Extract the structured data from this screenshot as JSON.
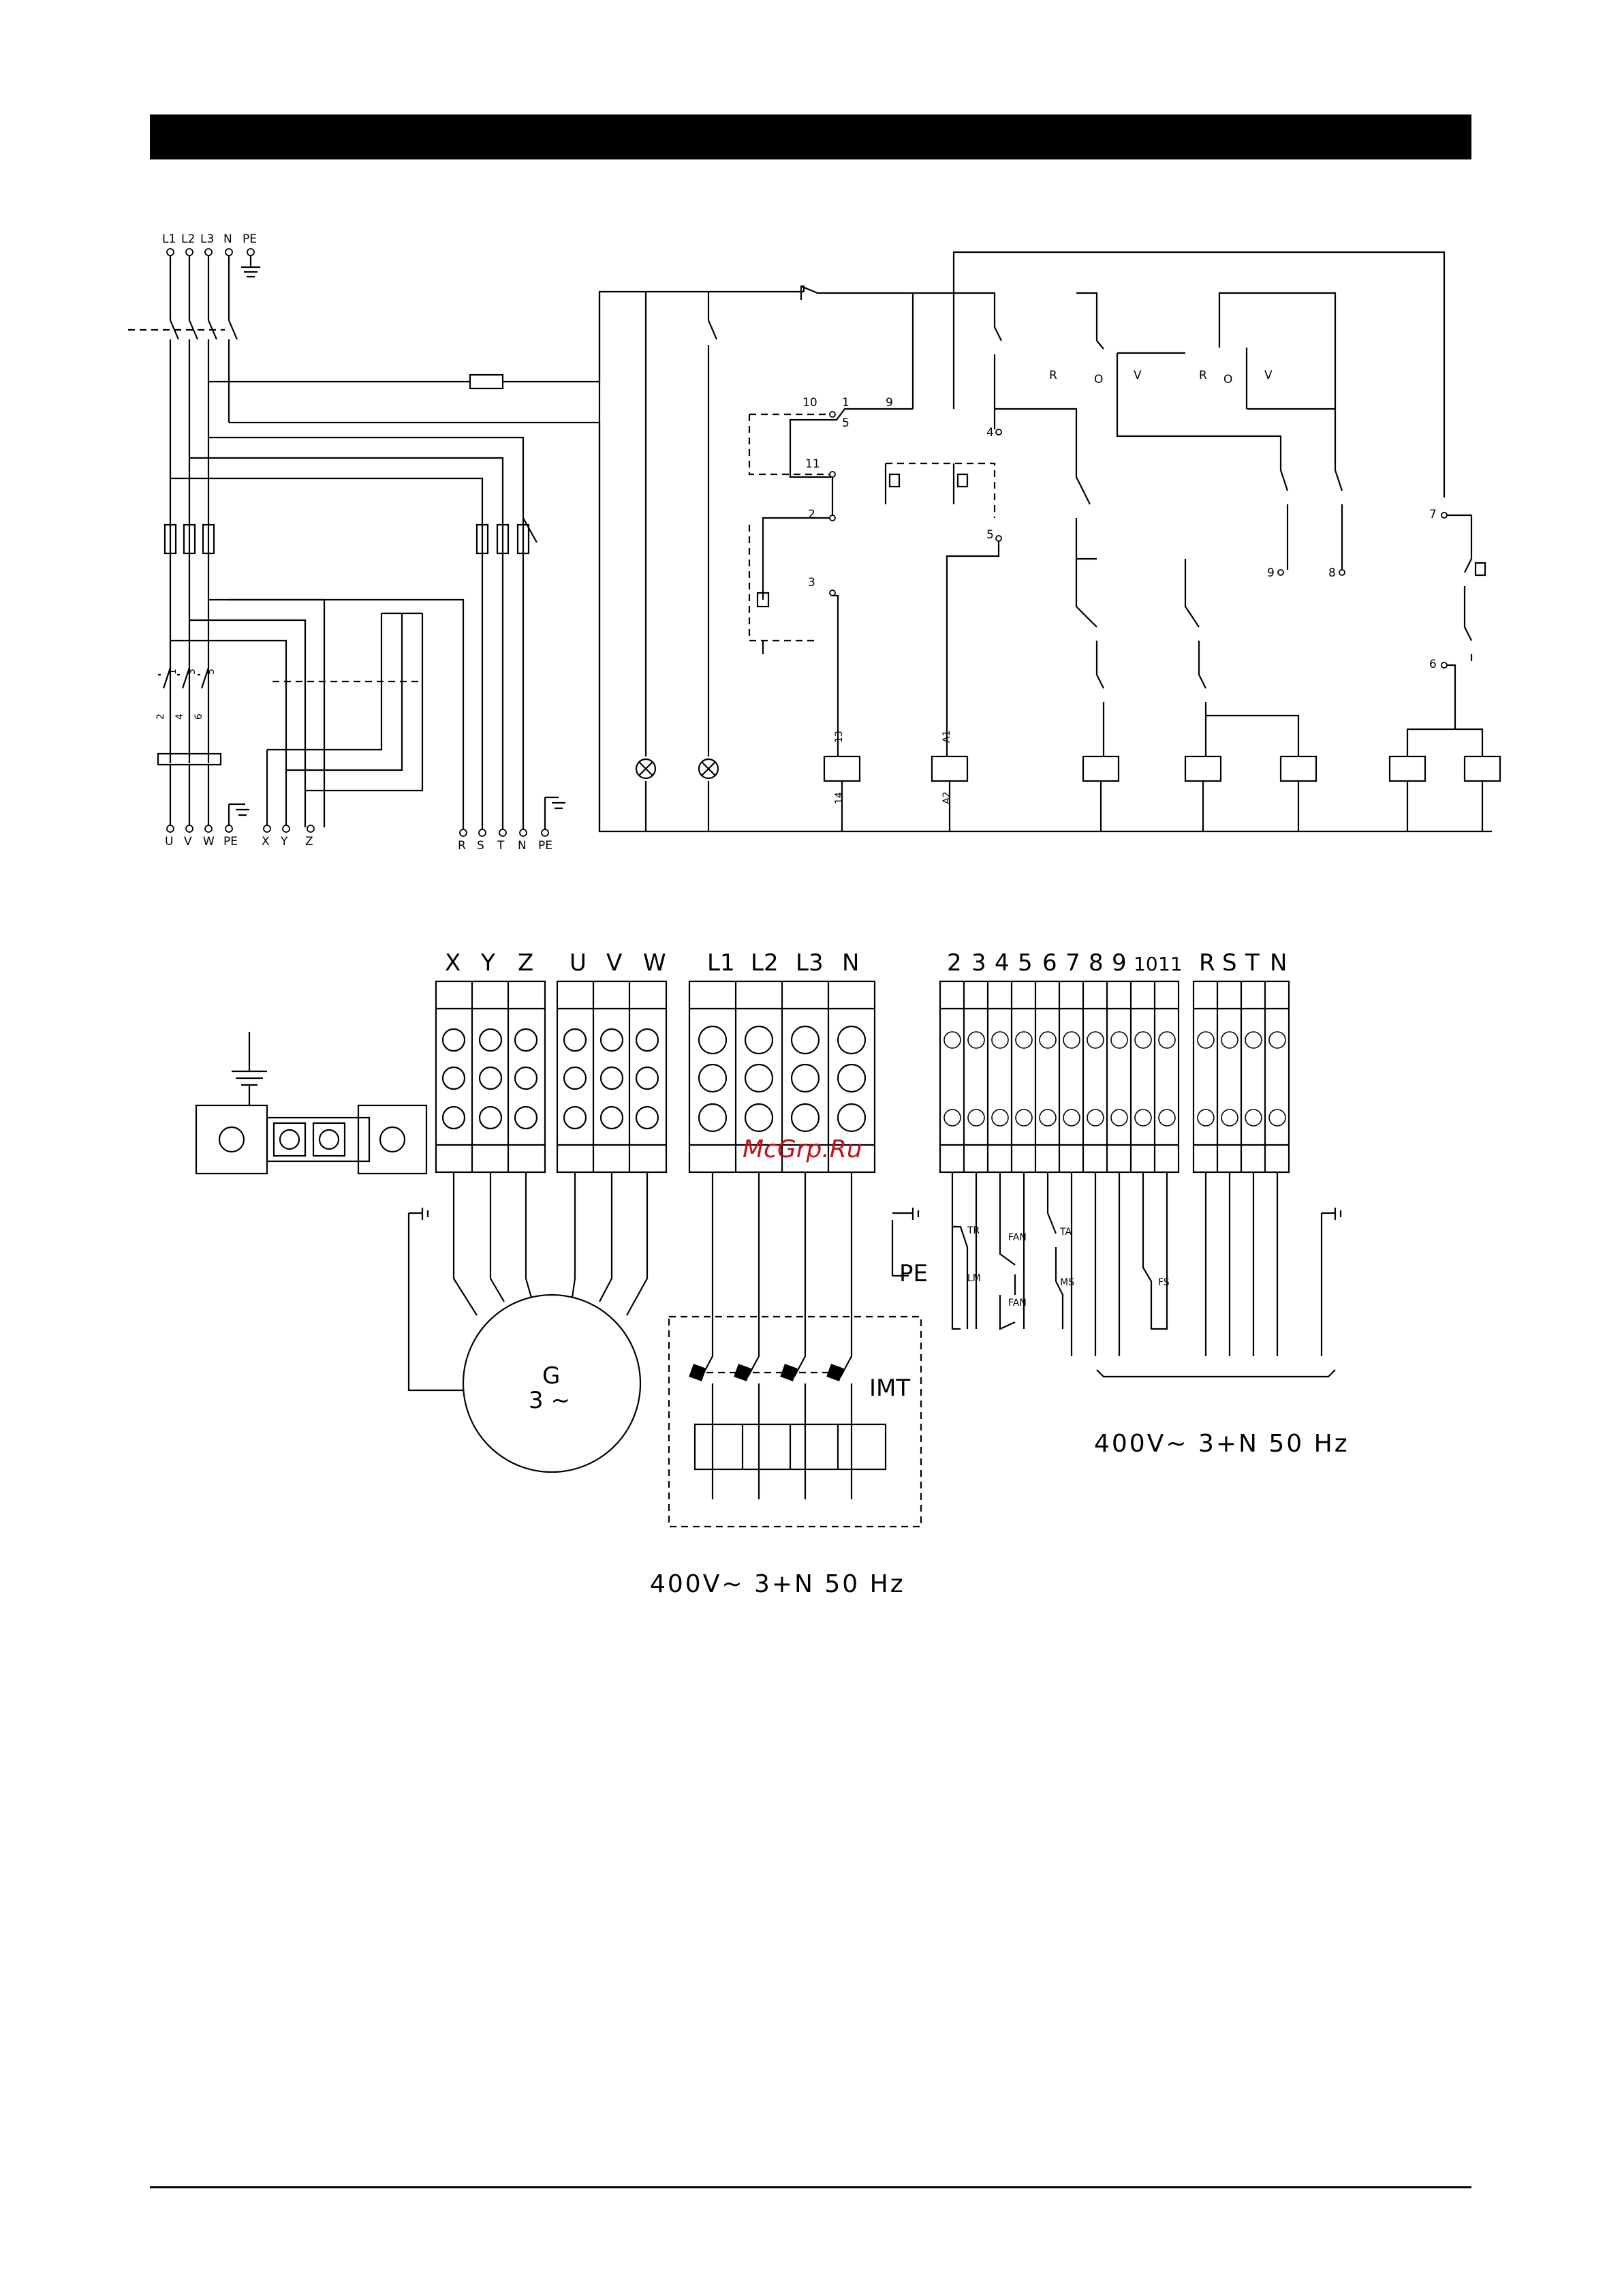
{
  "schematic": {
    "supply_labels": [
      "L1",
      "L2",
      "L3",
      "N",
      "PE"
    ],
    "motor_labels": [
      "U",
      "V",
      "W",
      "PE",
      "X",
      "Y",
      "Z"
    ],
    "output_labels": [
      "R",
      "S",
      "T",
      "N",
      "PE"
    ],
    "terminal_numbers": [
      "10",
      "1",
      "9",
      "5",
      "11",
      "2",
      "3",
      "4",
      "5",
      "7",
      "6",
      "9",
      "8"
    ],
    "selector_labels": [
      "R",
      "O",
      "V",
      "R",
      "O",
      "V"
    ],
    "contactor_pins": [
      "1",
      "3",
      "5",
      "2",
      "4",
      "6"
    ],
    "coil_pins": [
      "13",
      "14",
      "A1",
      "A2"
    ]
  },
  "terminal_block": {
    "left_group_labels": [
      "X",
      "Y",
      "Z",
      "U",
      "V",
      "W"
    ],
    "supply_group_labels": [
      "L1",
      "L2",
      "L3",
      "N"
    ],
    "control_group_labels": [
      "2",
      "3",
      "4",
      "5",
      "6",
      "7",
      "8",
      "9",
      "10",
      "11"
    ],
    "output_group_labels": [
      "R",
      "S",
      "T",
      "N"
    ],
    "sensor_labels": [
      "TR",
      "LM",
      "FAN",
      "FAN",
      "TA",
      "MS",
      "FS"
    ],
    "pe_label": "PE",
    "generator_label": "G",
    "generator_sub": "3 ~",
    "breaker_label": "IMT",
    "supply_caption_right": "400V~  3+N  50  Hz",
    "supply_caption_bottom": "400V~  3+N  50  Hz"
  },
  "watermark": "McGrp.Ru"
}
